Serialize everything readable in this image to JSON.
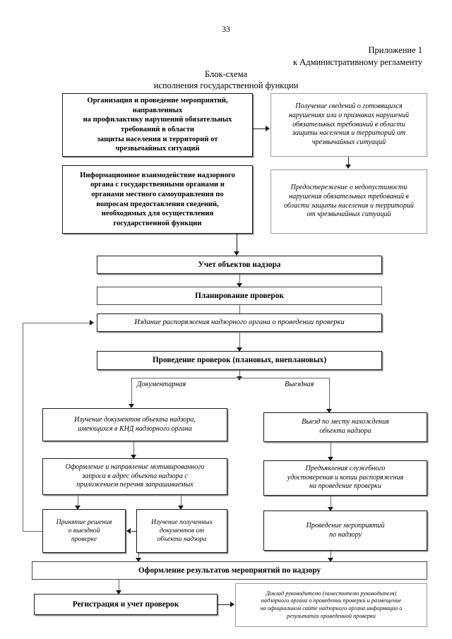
{
  "page": {
    "number": "33",
    "appendix_line1": "Приложение 1",
    "appendix_line2": "к Административному регламенту",
    "title_line1": "Блок-схема",
    "title_line2": "исполнения государственной функции"
  },
  "nodes": {
    "prevention": {
      "text": "Организация и проведение мероприятий, направленных\nна профилактику нарушений обязательных требований в области\nзащиты населения и территорий от\nчрезвычайных ситуаций"
    },
    "info_exchange": {
      "text": "Информационное взаимодействие надзорного\nоргана с государственными органами и\nорганами местного самоуправления по\nвопросам предоставления сведений,\nнеобходимых для осуществления\nгосударственной функции"
    },
    "get_info": {
      "text": "Получение сведений о готовящихся\nнарушениях или о признаках нарушений\nобязательных требований в области\nзащиты населения и территорий от\nчрезвычайных ситуаций"
    },
    "warning": {
      "text": "Предостережение о недопустимости\nнарушения обязательных требований в\nобласти защиты населения и территорий\nот чрезвычайных ситуаций"
    },
    "registry": {
      "text": "Учет объектов надзора"
    },
    "planning": {
      "text": "Планирование проверок"
    },
    "order": {
      "text": "Издание распоряжения надзорного органа о проведении проверки"
    },
    "inspections": {
      "text": "Проведение проверок (плановых, внеплановых)"
    },
    "study_docs": {
      "text": "Изучение документов объекта надзора,\nимеющихся в КНД надзорного органа"
    },
    "request": {
      "text": "Оформление и направление мотивированного\nзапроса в адрес объекта надзора с\nприложением перечня запрашиваемых"
    },
    "decision_field": {
      "text": "Принятие решения\nо выездной\nпроверке"
    },
    "study_received": {
      "text": "Изучение полученных\nдокументов от\nобъекта надзора"
    },
    "site_visit": {
      "text": "Выезд по месту нахождения\nобъекта надзора"
    },
    "present_id": {
      "text": "Предъявления служебного\nудостоверения и копии распоряжения\nна проведение проверки"
    },
    "supervision_actions": {
      "text": "Проведение мероприятий\nпо надзору"
    },
    "results": {
      "text": "Оформление результатов мероприятий по надзору"
    },
    "registration": {
      "text": "Регистрация и учет проверок"
    },
    "report": {
      "text": "Доклад руководителю (заместителю руководителя)\nнадзорного органа о проведении проверки и размещение\nна официальном сайте надзорного органа информации о\nрезультатах проведенной проверки"
    }
  },
  "branches": {
    "documentary": "Документарная",
    "field": "Выездная"
  },
  "colors": {
    "line": "#1a1a1a",
    "shadow": "#8a8a8a",
    "gray_border": "#9a9a9a",
    "background": "#ffffff"
  }
}
